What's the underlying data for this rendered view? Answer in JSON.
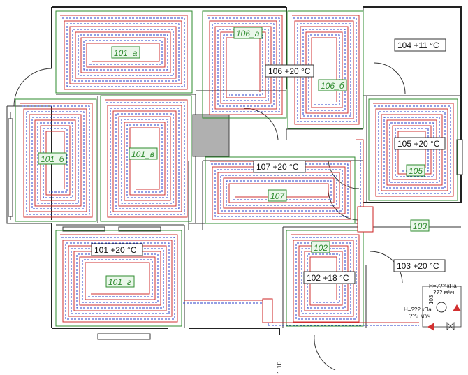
{
  "rooms": [
    {
      "id": "r101",
      "label": "101 +20 °C"
    },
    {
      "id": "r102",
      "label": "102 +18 °C"
    },
    {
      "id": "r103",
      "label": "103 +20 °C"
    },
    {
      "id": "r104",
      "label": "104 +11 °C"
    },
    {
      "id": "r105",
      "label": "105 +20 °C"
    },
    {
      "id": "r106",
      "label": "106 +20 °C"
    },
    {
      "id": "r107",
      "label": "107 +20 °C"
    }
  ],
  "zones": [
    {
      "id": "z101a",
      "label": "101_а"
    },
    {
      "id": "z101b",
      "label": "101_б"
    },
    {
      "id": "z101v",
      "label": "101_в"
    },
    {
      "id": "z101g",
      "label": "101_г"
    },
    {
      "id": "z102",
      "label": "102"
    },
    {
      "id": "z103",
      "label": "103"
    },
    {
      "id": "z105",
      "label": "105"
    },
    {
      "id": "z106a",
      "label": "106_а"
    },
    {
      "id": "z106b",
      "label": "106_б"
    },
    {
      "id": "z107",
      "label": "107"
    }
  ],
  "pump_group": {
    "head_1": "H=??? кПа",
    "flow_1": "??? м³/ч",
    "head_2": "H=??? кПа",
    "flow_2": "??? м³/ч",
    "tag": "103"
  },
  "dimension_label": "1.10",
  "colors": {
    "supply": "#d23030",
    "return": "#2a3fc9",
    "zone": "#2e8b2e",
    "wall": "#222222",
    "column": "#b0b0b0"
  }
}
